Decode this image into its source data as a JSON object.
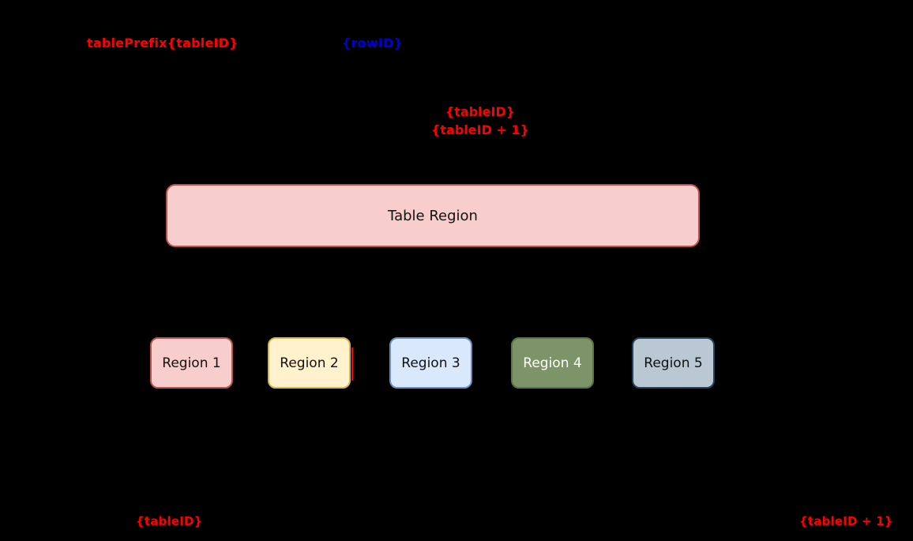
{
  "colors": {
    "background": "#000000",
    "annotation_red": "#ff0000",
    "annotation_blue": "#0000d9",
    "label_black": "#111111",
    "label_white": "#ffffff",
    "split_line_red": "#ff0000"
  },
  "annotations": {
    "table_prefix": "tablePrefix{tableID}",
    "row_id": "{rowID}",
    "range_line1": "{tableID}",
    "range_line2": "{tableID + 1}",
    "bottom_left": "{tableID}",
    "bottom_right": "{tableID + 1}"
  },
  "table_region": {
    "label": "Table Region",
    "fill": "#f8cecc",
    "border": "#c0504d",
    "text_color": "#111111"
  },
  "regions": [
    {
      "label": "Region 1",
      "fill": "#f8cecc",
      "border": "#b85450",
      "text_color": "#111111"
    },
    {
      "label": "Region 2",
      "fill": "#fff2cc",
      "border": "#d6b656",
      "text_color": "#111111"
    },
    {
      "label": "Region 3",
      "fill": "#dae8fc",
      "border": "#6c8ebf",
      "text_color": "#111111"
    },
    {
      "label": "Region 4",
      "fill": "#7c9467",
      "border": "#5a7446",
      "text_color": "#ffffff"
    },
    {
      "label": "Region 5",
      "fill": "#bac8d3",
      "border": "#23445d",
      "text_color": "#111111"
    }
  ]
}
